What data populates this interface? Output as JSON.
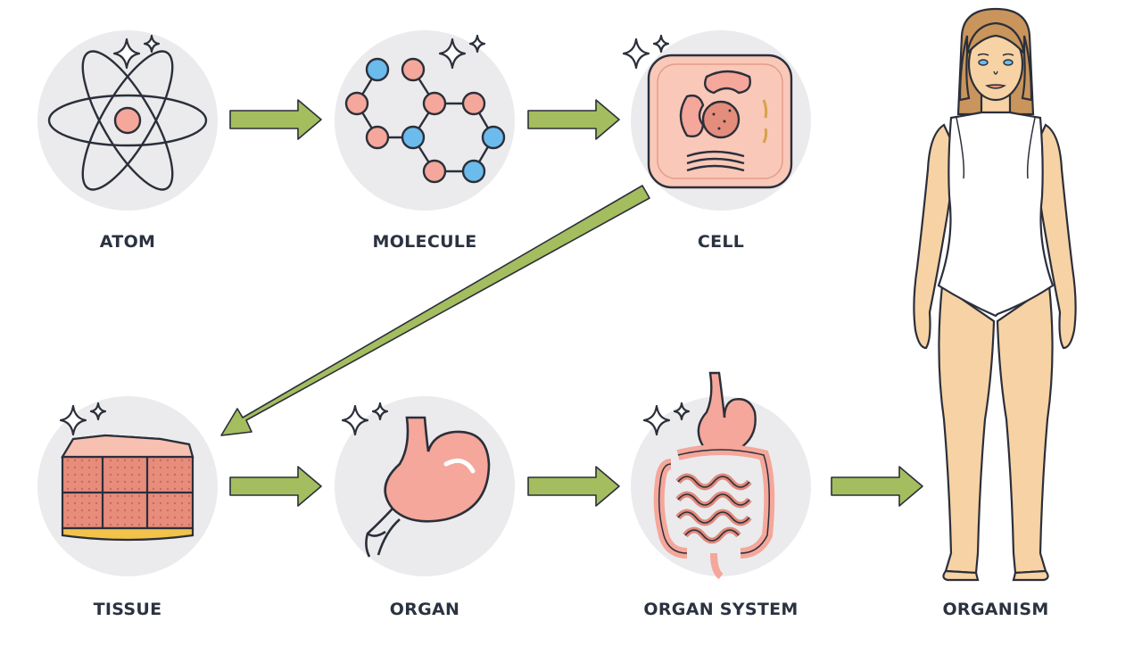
{
  "stages": [
    {
      "id": "atom",
      "label": "ATOM"
    },
    {
      "id": "molecule",
      "label": "MOLECULE"
    },
    {
      "id": "cell",
      "label": "CELL"
    },
    {
      "id": "tissue",
      "label": "TISSUE"
    },
    {
      "id": "organ",
      "label": "ORGAN"
    },
    {
      "id": "organ-system",
      "label": "ORGAN SYSTEM"
    },
    {
      "id": "organism",
      "label": "ORGANISM"
    }
  ],
  "colors": {
    "arrow": "#a4bd5e",
    "outline": "#2b2f3a",
    "circle": "#ebebed",
    "flesh": "#f4a79a",
    "skin": "#f7d2a4",
    "blue_atom": "#6bbbec",
    "label": "#2b3240"
  }
}
